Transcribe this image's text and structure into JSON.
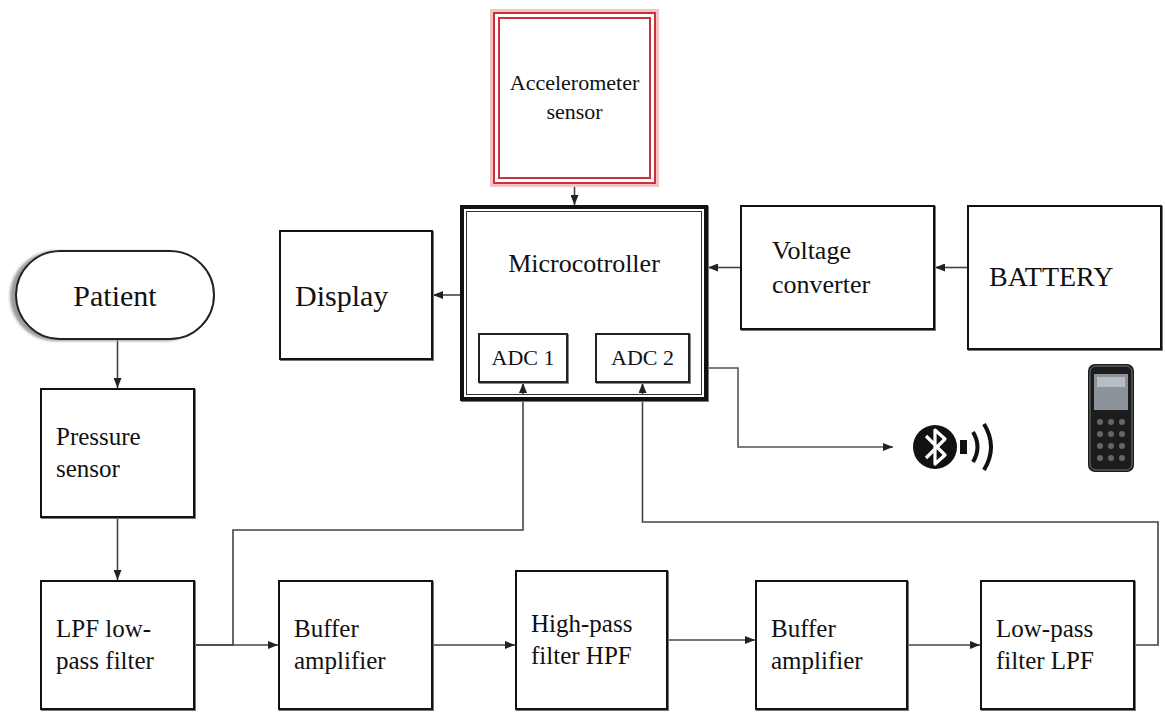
{
  "diagram": {
    "nodes": [
      {
        "text": [
          "Accelerometer sensor"
        ]
      },
      {
        "text": [
          "Patient"
        ]
      },
      {
        "text": [
          "Display"
        ]
      },
      {
        "text": [
          "Microcotroller"
        ]
      },
      {
        "text": [
          "ADC 1"
        ],
        "in": 3
      },
      {
        "text": [
          "ADC 2"
        ],
        "in": 3
      },
      {
        "text": [
          "Voltage converter"
        ]
      },
      {
        "text": [
          "BATTERY"
        ]
      },
      {
        "text": [
          "Pressure sensor"
        ]
      },
      {
        "text": [
          "LPF low-pass filter"
        ]
      },
      {
        "text": [
          "Buffer amplifier"
        ]
      },
      {
        "text": [
          "High-pass filter HPF"
        ]
      },
      {
        "text": [
          "Buffer amplifier"
        ]
      },
      {
        "text": [
          "Low-pass filter LPF"
        ]
      }
    ],
    "edges": [
      {
        "from": 0,
        "to": 3,
        "arrow": "to"
      },
      {
        "from": 3,
        "to": 2,
        "arrow": "to"
      },
      {
        "from": 6,
        "to": 3,
        "arrow": "to"
      },
      {
        "from": 7,
        "to": 6,
        "arrow": "to"
      },
      {
        "from": 1,
        "to": 8,
        "arrow": "to"
      },
      {
        "from": 8,
        "to": 9,
        "arrow": "to"
      },
      {
        "from": 9,
        "to": 10,
        "arrow": "to"
      },
      {
        "from": 9,
        "to": 4,
        "arrow": "to"
      },
      {
        "from": 10,
        "to": 11,
        "arrow": "to"
      },
      {
        "from": 11,
        "to": 12,
        "arrow": "to"
      },
      {
        "from": 12,
        "to": 13,
        "arrow": "to"
      },
      {
        "from": 13,
        "to": 5,
        "arrow": "to"
      }
    ]
  }
}
